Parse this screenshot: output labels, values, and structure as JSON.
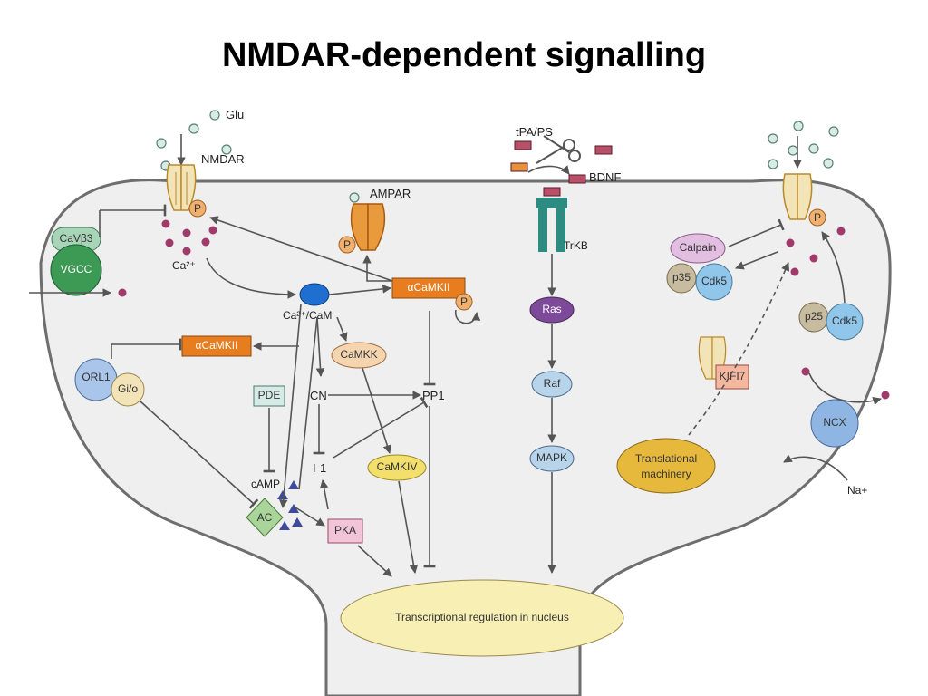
{
  "title": "NMDAR-dependent signalling",
  "labels": {
    "glu": "Glu",
    "nmdar": "NMDAR",
    "ampar": "AMPAR",
    "ca2": "Ca²⁺",
    "ca_cam": "Ca²⁺/CaM",
    "tpa_ps": "tPA/PS",
    "bdnf": "BDNF",
    "trkb": "TrKB",
    "na": "Na+"
  },
  "nodes": {
    "cavb3": "CaVβ3",
    "vgcc": "VGCC",
    "orl1": "ORL1",
    "gio": "Gi/o",
    "acamkii_top": "αCaMKII",
    "acamkii_left": "αCaMKII",
    "camkk": "CaMKK",
    "cn": "CN",
    "pp1": "PP1",
    "i1": "I-1",
    "pde": "PDE",
    "camp": "cAMP",
    "ac": "AC",
    "pka": "PKA",
    "camkiv": "CaMKIV",
    "ras": "Ras",
    "raf": "Raf",
    "mapk": "MAPK",
    "calpain": "Calpain",
    "p35": "p35",
    "cdk5_top": "Cdk5",
    "p25": "p25",
    "cdk5_bottom": "Cdk5",
    "kif17": "KIFI7",
    "translational": "Translational\nmachinery",
    "ncx": "NCX",
    "nucleus": "Transcriptional regulation in nucleus",
    "p": "P"
  },
  "colors": {
    "cell_fill": "#efefef",
    "cell_stroke": "#6e6e6e",
    "receptor": "#e89a3c",
    "receptor_light": "#f3e4b8",
    "vgcc": "#3c9a55",
    "cavb3": "#a8d4b8",
    "calcium": "#a03a6a",
    "glutamate": "#d7ece6",
    "camkii": "#e77d1e",
    "camkk": "#f5d4b0",
    "camkiv": "#f2df6c",
    "pka": "#f2c4d8",
    "pde": "#d6ebe6",
    "ac": "#a9d49a",
    "camp": "#3d4c9a",
    "trkb": "#2c8c82",
    "ras": "#7d4a9a",
    "raf_mapk": "#b8d4ea",
    "calpain": "#e2bfe0",
    "p35": "#c8bca0",
    "cdk5": "#8fc6ea",
    "kif17": "#f4b8a0",
    "translational": "#e6b93c",
    "nucleus": "#f8efb5",
    "ncx": "#8fb6e2",
    "orl1": "#a9c6ea",
    "gio": "#f2e4b8",
    "cam": "#1f6fd0"
  }
}
